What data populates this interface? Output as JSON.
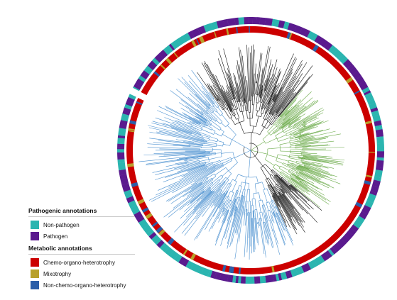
{
  "figure": {
    "ring_colors": {
      "non_pathogen": "#2bb5b0",
      "pathogen": "#5a1a8e",
      "chemo_organo_heterotrophy": "#cc0000",
      "mixotrophy": "#b8a02a",
      "non_chemo_organo_heterotrophy": "#2a5ea8"
    },
    "clade_colors": {
      "black": "#111111",
      "blue": "#4a90d0",
      "green": "#6aaa48"
    }
  },
  "legend": {
    "pathogenic": {
      "title": "Pathogenic annotations",
      "items": [
        {
          "label": "Non-pathogen",
          "color": "#2bb5b0"
        },
        {
          "label": "Pathogen",
          "color": "#5a1a8e"
        }
      ]
    },
    "metabolic": {
      "title": "Metabolic annotations",
      "items": [
        {
          "label": "Chemo-organo-heterotrophy",
          "color": "#cc0000"
        },
        {
          "label": "Mixotrophy",
          "color": "#b8a02a"
        },
        {
          "label": "Non-chemo-organo-heterotrophy",
          "color": "#2a5ea8"
        }
      ]
    }
  }
}
